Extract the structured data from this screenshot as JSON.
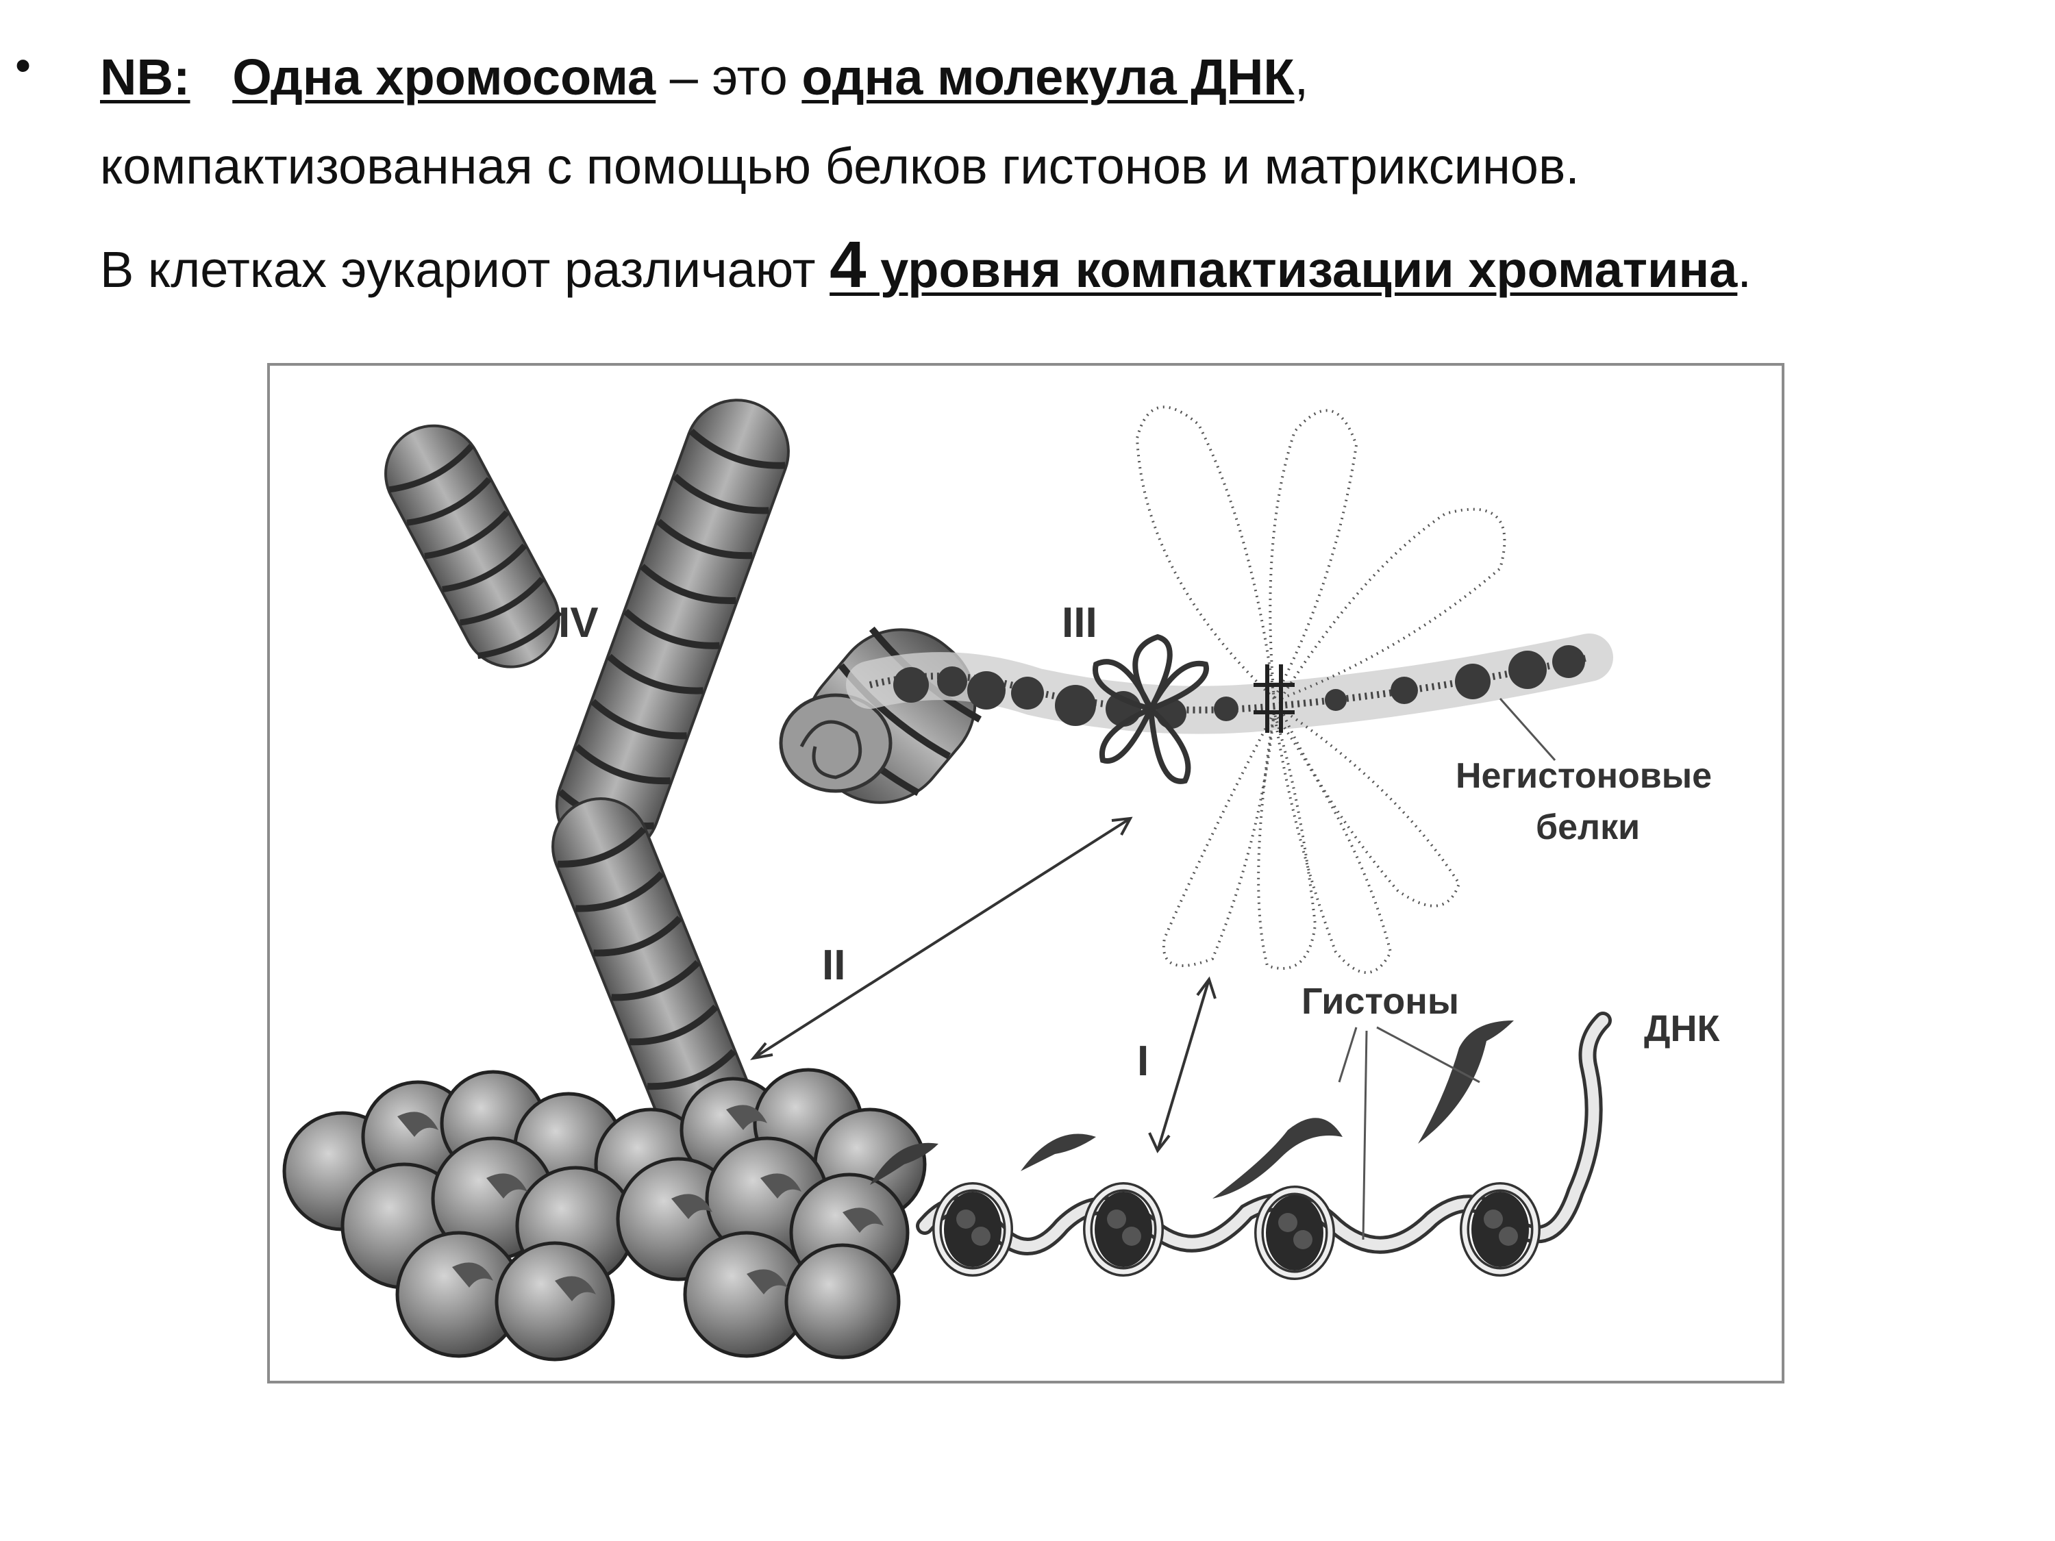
{
  "bullet": "•",
  "text": {
    "nb": "NB:",
    "one_chromosome": "Одна хромосома",
    "dash_this": " – это ",
    "one_dna_molecule": "одна молекула ДНК",
    "comma": ",",
    "line2": "компактизованная с помощью белков гистонов и матриксинов.",
    "line3_prefix": "В клетках эукариот различают ",
    "four": "4",
    "levels": " уровня компактизации хроматина",
    "period": "."
  },
  "figure": {
    "labels": {
      "level_iv": "IV",
      "level_iii": "III",
      "level_ii": "II",
      "level_i": "I",
      "nonhistone_line1": "Негистоновые",
      "nonhistone_line2": "белки",
      "histones": "Гистоны",
      "dna": "ДНК"
    }
  }
}
